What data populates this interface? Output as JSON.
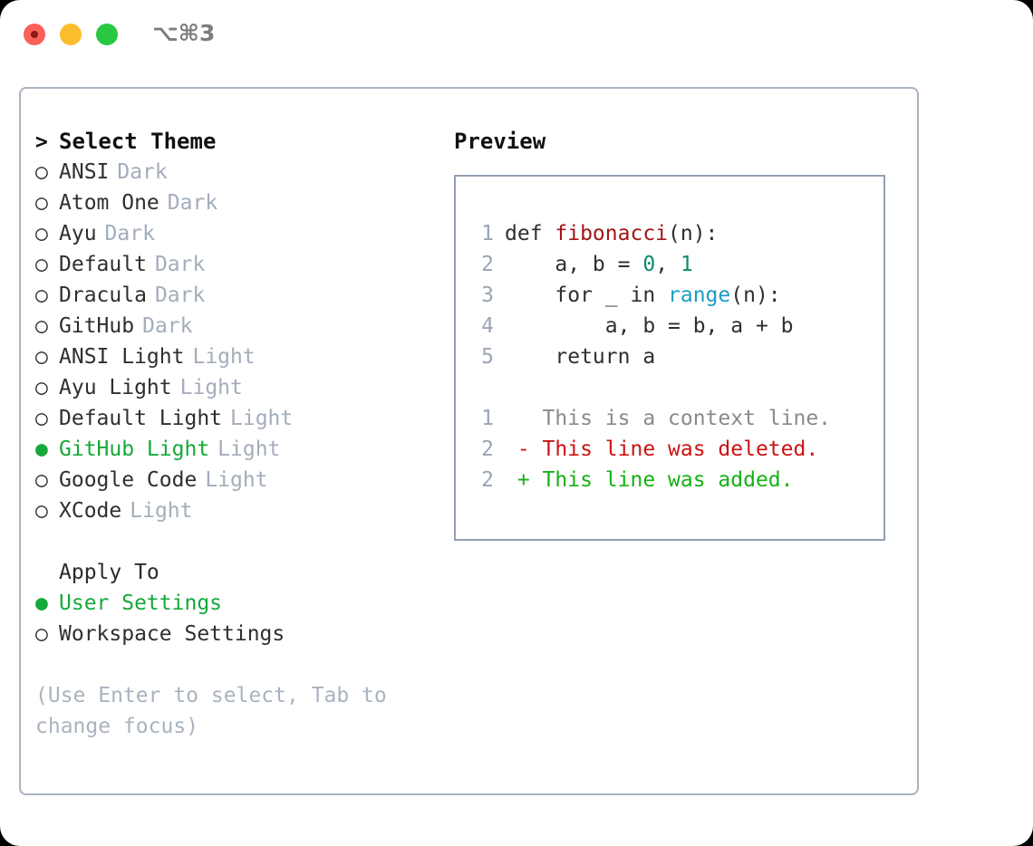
{
  "titlebar": {
    "shortcut": "⌥⌘3",
    "buttons": [
      {
        "name": "close",
        "color": "#fa6159"
      },
      {
        "name": "minimize",
        "color": "#fbbd2e"
      },
      {
        "name": "maximize",
        "color": "#28c840"
      }
    ]
  },
  "colors": {
    "selected_green": "#15a83a",
    "muted": "#a3adbb",
    "hint": "#a9b3c0",
    "border": "#aab4c2",
    "preview_border": "#93a1b0",
    "lineno": "#9aa5b5",
    "fn_red": "#a31515",
    "num_teal": "#0b8a6e",
    "builtin_blue": "#1a9cc7",
    "diff_context": "#8a8a8a",
    "diff_deleted": "#cc1212",
    "diff_added": "#15b215"
  },
  "theme_list": {
    "header_marker": ">",
    "header_label": "Select Theme",
    "marker_unselected": "○",
    "marker_selected": "●",
    "items": [
      {
        "name": "ANSI",
        "category": "Dark",
        "selected": false
      },
      {
        "name": "Atom One",
        "category": "Dark",
        "selected": false
      },
      {
        "name": "Ayu",
        "category": "Dark",
        "selected": false
      },
      {
        "name": "Default",
        "category": "Dark",
        "selected": false
      },
      {
        "name": "Dracula",
        "category": "Dark",
        "selected": false
      },
      {
        "name": "GitHub",
        "category": "Dark",
        "selected": false
      },
      {
        "name": "ANSI Light",
        "category": "Light",
        "selected": false
      },
      {
        "name": "Ayu Light",
        "category": "Light",
        "selected": false
      },
      {
        "name": "Default Light",
        "category": "Light",
        "selected": false
      },
      {
        "name": "GitHub Light",
        "category": "Light",
        "selected": true
      },
      {
        "name": "Google Code",
        "category": "Light",
        "selected": false
      },
      {
        "name": "XCode",
        "category": "Light",
        "selected": false
      }
    ]
  },
  "apply_to": {
    "title": "Apply To",
    "items": [
      {
        "name": "User Settings",
        "selected": true
      },
      {
        "name": "Workspace Settings",
        "selected": false
      }
    ]
  },
  "hint": "(Use Enter to select, Tab to change focus)",
  "preview": {
    "title": "Preview",
    "code_lines": [
      {
        "no": "1",
        "parts": [
          {
            "t": "def ",
            "c": "plain"
          },
          {
            "t": "fibonacci",
            "c": "fn"
          },
          {
            "t": "(n):",
            "c": "plain"
          }
        ]
      },
      {
        "no": "2",
        "parts": [
          {
            "t": "    a, b = ",
            "c": "plain"
          },
          {
            "t": "0",
            "c": "num"
          },
          {
            "t": ", ",
            "c": "plain"
          },
          {
            "t": "1",
            "c": "num"
          }
        ]
      },
      {
        "no": "3",
        "parts": [
          {
            "t": "    for _ in ",
            "c": "plain"
          },
          {
            "t": "range",
            "c": "bi"
          },
          {
            "t": "(n):",
            "c": "plain"
          }
        ]
      },
      {
        "no": "4",
        "parts": [
          {
            "t": "        a, b = b, a + b",
            "c": "plain"
          }
        ]
      },
      {
        "no": "5",
        "parts": [
          {
            "t": "    return a",
            "c": "plain"
          }
        ]
      }
    ],
    "diff_lines": [
      {
        "no": "1",
        "sign": " ",
        "text": "This is a context line.",
        "kind": "ctx"
      },
      {
        "no": "2",
        "sign": "-",
        "text": "This line was deleted.",
        "kind": "del"
      },
      {
        "no": "2",
        "sign": "+",
        "text": "This line was added.",
        "kind": "add"
      }
    ]
  }
}
